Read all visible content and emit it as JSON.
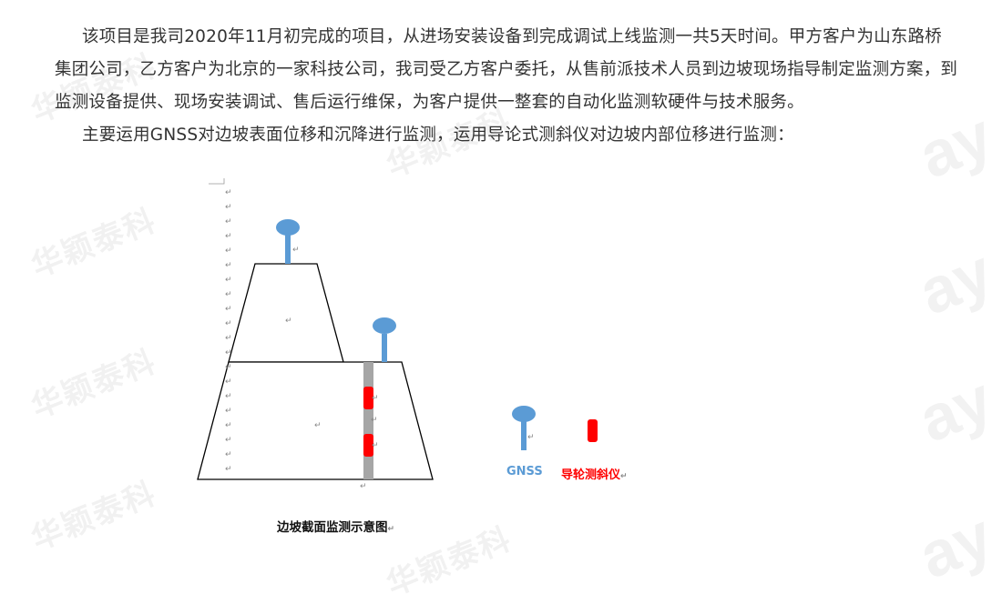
{
  "document": {
    "paragraphs": [
      {
        "lines": [
          "该项目是我司2020年11月初完成的项目，从进场安装设备到完成调试上线监测一共5天时间。甲方客户为山东路桥",
          "集团公司，乙方客户为北京的一家科技公司，我司受乙方客户委托，从售前派技术人员到边坡现场指导制定监测方案，到",
          "监测设备提供、现场安装调试、售后运行维保，为客户提供一整套的自动化监测软硬件与技术服务。"
        ]
      },
      {
        "lines": [
          "主要运用GNSS对边坡表面位移和沉降进行监测，运用导论式测斜仪对边坡内部位移进行监测："
        ]
      }
    ],
    "figure": {
      "caption": "边坡截面监测示意图",
      "legend": [
        {
          "label": "GNSS",
          "color": "#5b9bd5",
          "icon": "gnss-antenna-icon"
        },
        {
          "label": "导轮测斜仪",
          "color": "#ff0000",
          "icon": "inclinometer-icon"
        }
      ],
      "colors": {
        "gnss": "#5b9bd5",
        "inclinometer": "#ff0000",
        "borehole": "#a6a6a6",
        "outline": "#000000"
      }
    },
    "paragraph_mark": "↵",
    "watermarks": {
      "company": "华颖泰科",
      "logo": "ay"
    }
  }
}
